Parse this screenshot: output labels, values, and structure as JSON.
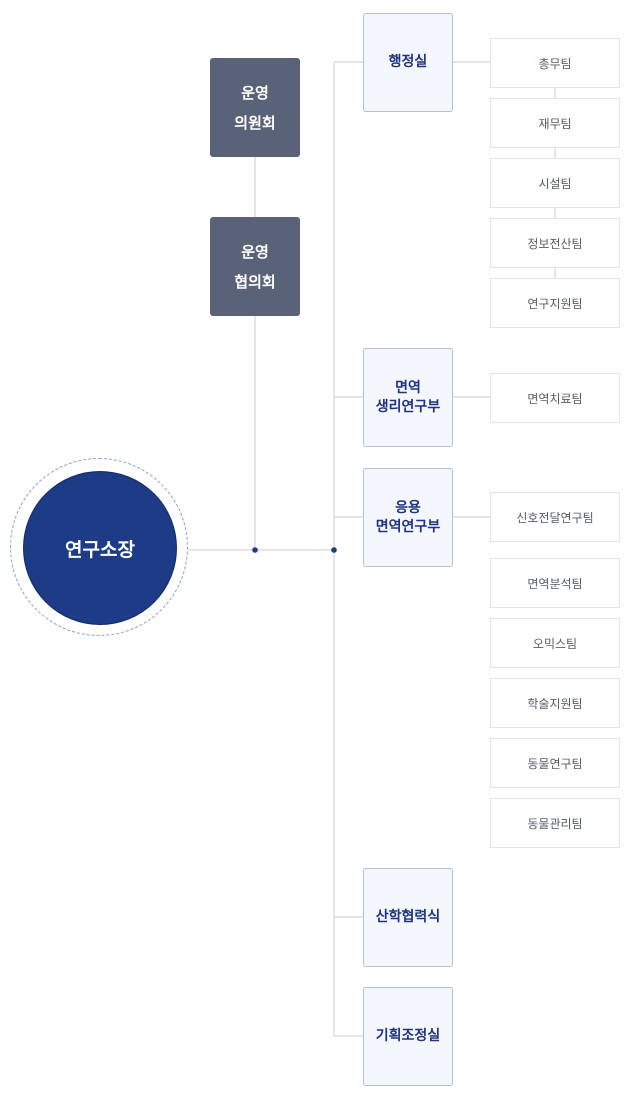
{
  "chief": {
    "label": "연구소장"
  },
  "councils": [
    {
      "label": "운영\n의원회"
    },
    {
      "label": "운영\n협의회"
    }
  ],
  "departments": [
    {
      "label": "행정실",
      "teams": [
        "총무팀",
        "재무팀",
        "시설팀",
        "정보전산팀",
        "연구지원팀"
      ]
    },
    {
      "label": "면역\n생리연구부",
      "teams": [
        "면역치료팀"
      ]
    },
    {
      "label": "응용\n면역연구부",
      "teams": [
        "신호전달연구팀",
        "면역분석팀",
        "오믹스팀",
        "학술지원팀",
        "동물연구팀",
        "동물관리팀"
      ]
    },
    {
      "label": "산학협력식",
      "teams": []
    },
    {
      "label": "기획조정실",
      "teams": []
    }
  ],
  "colors": {
    "chief": "#1d3b86",
    "council": "#5a6278",
    "dept_text": "#1f3380",
    "line": "#c8ccd6",
    "dot": "#1d3b86"
  }
}
